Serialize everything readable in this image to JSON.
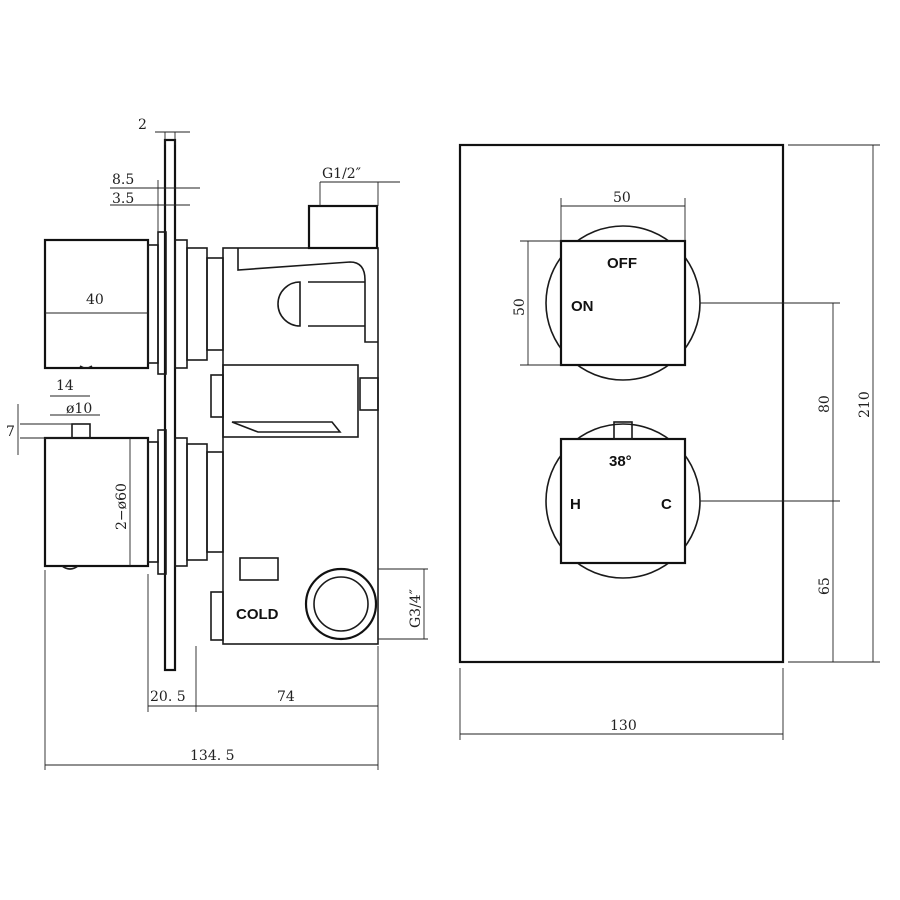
{
  "side_view": {
    "dims": {
      "plate_thickness": "2",
      "offset_a": "8.5",
      "offset_b": "3.5",
      "inlet_top": "G1/2″",
      "handle_length": "40",
      "pin_offset": "14",
      "pin_diameter": "ø10",
      "pin_height": "7",
      "handle_diameter": "2−ø60",
      "inlet_side": "G3/4″",
      "depth_front": "20. 5",
      "depth_body": "74",
      "total_depth": "134. 5"
    },
    "labels": {
      "cold": "COLD"
    }
  },
  "front_view": {
    "dims": {
      "handle_width": "50",
      "handle_height": "50",
      "centers": "80",
      "bottom_offset": "65",
      "plate_height": "210",
      "plate_width": "130"
    },
    "labels": {
      "off": "OFF",
      "on": "ON",
      "temp": "38°",
      "hot": "H",
      "cold": "C"
    }
  }
}
